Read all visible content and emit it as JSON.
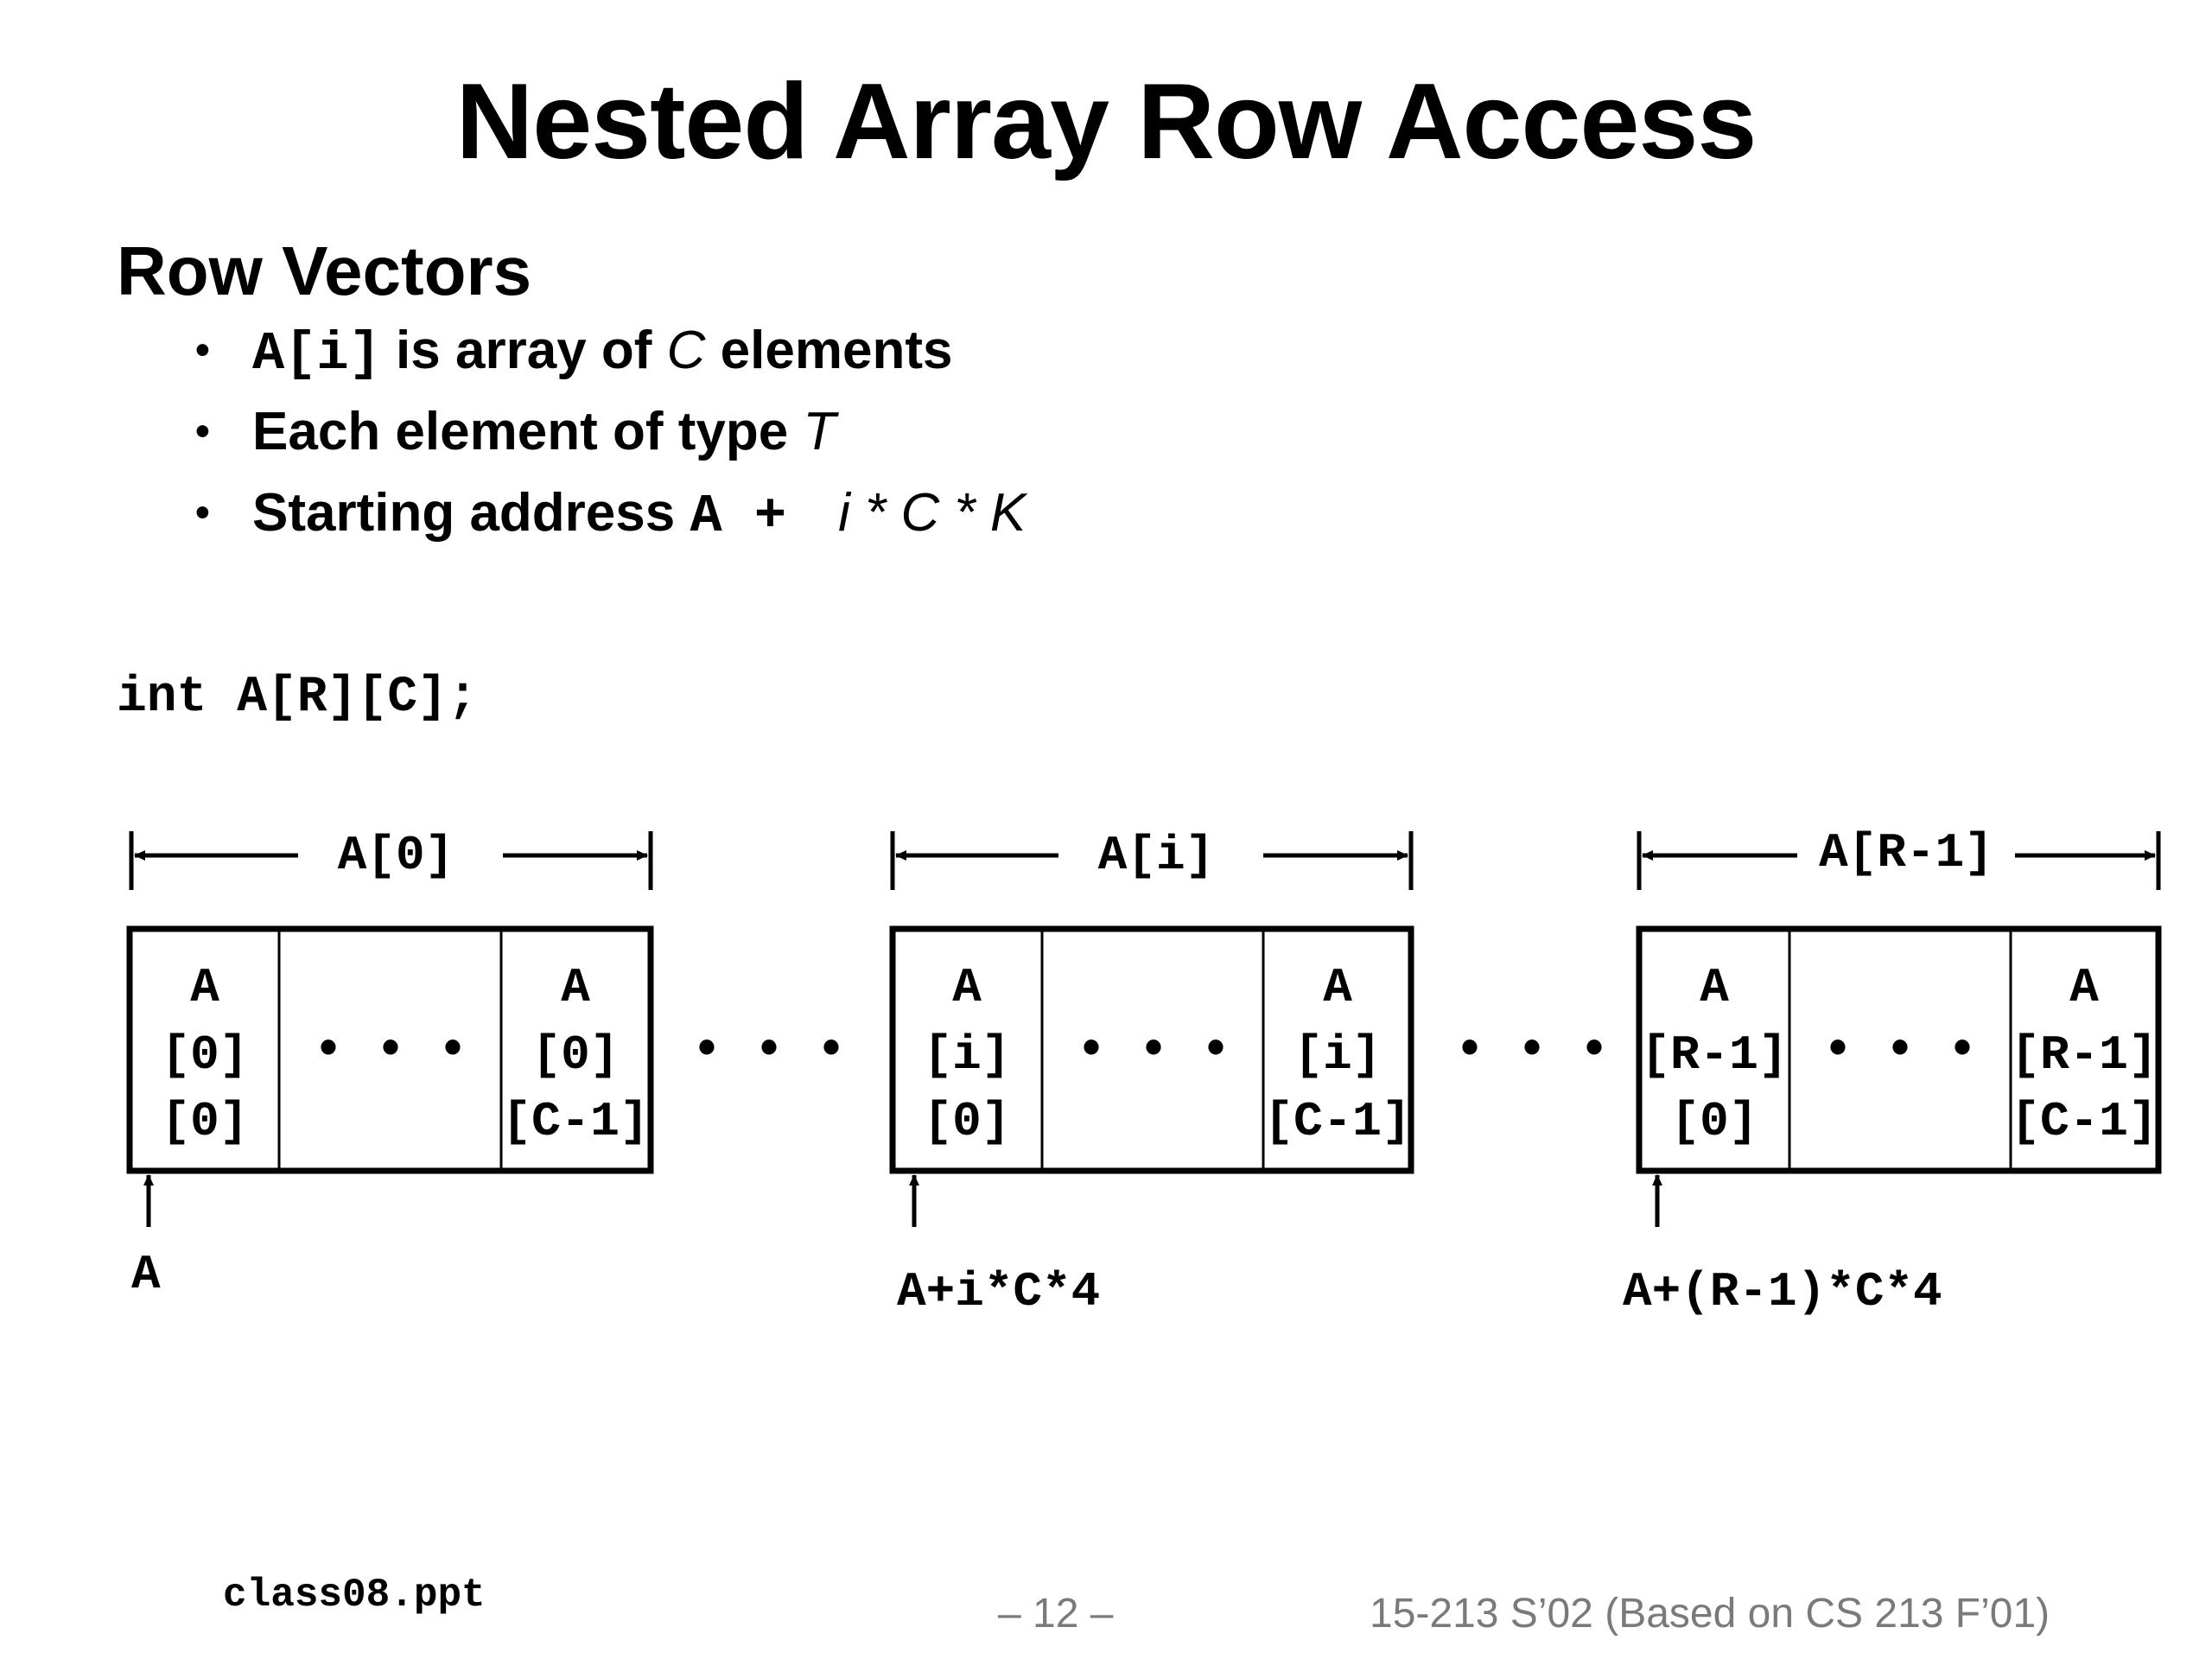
{
  "slide": {
    "title": "Nested Array Row Access",
    "section_heading": "Row Vectors",
    "bullets": [
      {
        "code": "A[i]",
        "text_before": "",
        "text_mid": " is array of ",
        "italic": "C",
        "text_after": " elements"
      },
      {
        "code": "",
        "text_before": "Each element of type ",
        "text_mid": "",
        "italic": "T",
        "text_after": ""
      },
      {
        "code": "A +",
        "text_before": "Starting address ",
        "text_mid": "",
        "italic": "i * C * K",
        "text_after": ""
      }
    ],
    "declaration": "int A[R][C];"
  },
  "diagram": {
    "rows": [
      {
        "span_label": "A[0]",
        "first_cell": [
          "A",
          "[0]",
          "[0]"
        ],
        "middle_cell": "• • •",
        "last_cell": [
          "A",
          "[0]",
          "[C-1]"
        ],
        "address": "A"
      },
      {
        "span_label": "A[i]",
        "first_cell": [
          "A",
          "[i]",
          "[0]"
        ],
        "middle_cell": "• • •",
        "last_cell": [
          "A",
          "[i]",
          "[C-1]"
        ],
        "address": "A+i*C*4"
      },
      {
        "span_label": "A[R-1]",
        "first_cell": [
          "A",
          "[R-1]",
          "[0]"
        ],
        "middle_cell": "• • •",
        "last_cell": [
          "A",
          "[R-1]",
          "[C-1]"
        ],
        "address": "A+(R-1)*C*4"
      }
    ],
    "between_rows": "• • •"
  },
  "footer": {
    "file": "class08.ppt",
    "page": "– 12 –",
    "course": "15-213 S’02 (Based on CS 213 F’01)"
  }
}
